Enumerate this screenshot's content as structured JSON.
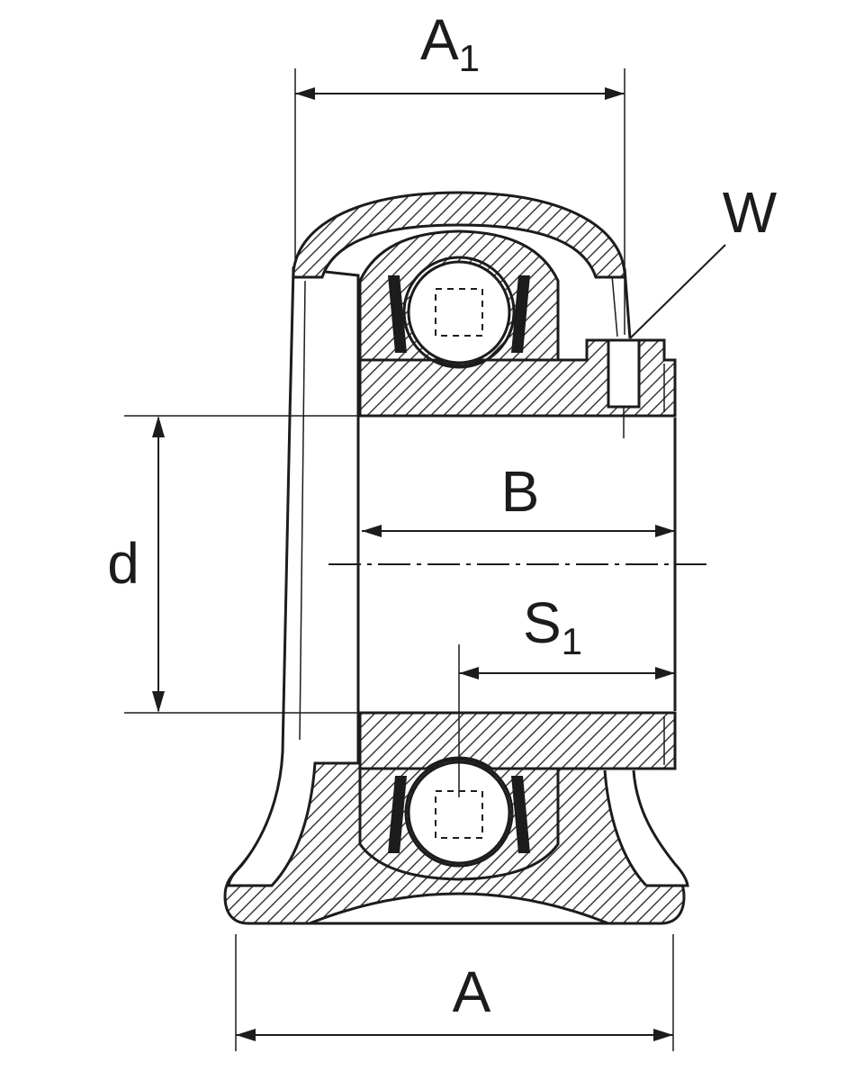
{
  "drawing": {
    "type": "bearing-housing-cross-section",
    "labels": {
      "a1": {
        "base": "A",
        "sub": "1"
      },
      "w": {
        "base": "W"
      },
      "b": {
        "base": "B"
      },
      "d": {
        "base": "d"
      },
      "s1": {
        "base": "S",
        "sub": "1"
      },
      "a": {
        "base": "A"
      }
    },
    "colors": {
      "line": "#1c1c1c",
      "background": "#ffffff"
    }
  }
}
